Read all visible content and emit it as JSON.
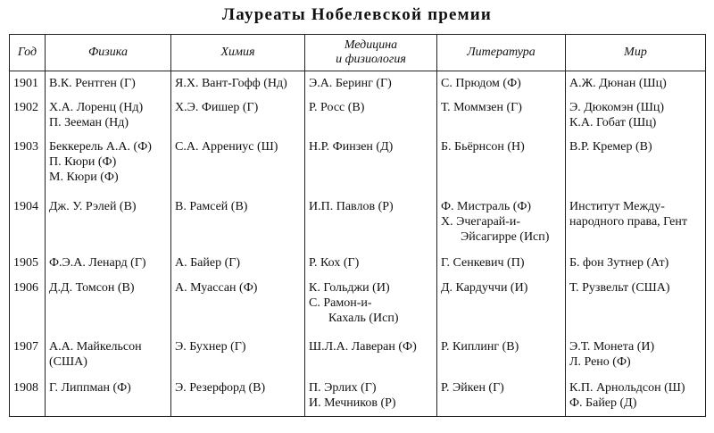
{
  "title": "Лауреаты Нобелевской премии",
  "columns": {
    "year": "Год",
    "physics": "Физика",
    "chemistry": "Химия",
    "medicine": [
      "Медицина",
      "и физиология"
    ],
    "literature": "Литература",
    "peace": "Мир"
  },
  "rows": [
    {
      "year": "1901",
      "physics": [
        "В.К. Рентген (Г)"
      ],
      "chemistry": [
        "Я.Х. Вант-Гофф (Нд)"
      ],
      "medicine": [
        "Э.А. Беринг (Г)"
      ],
      "literature": [
        "С. Прюдом (Ф)"
      ],
      "peace": [
        "А.Ж. Дюнан (Шц)"
      ]
    },
    {
      "year": "1902",
      "physics": [
        "Х.А. Лоренц (Нд)",
        "П. Зееман (Нд)"
      ],
      "chemistry": [
        "Х.Э. Фишер (Г)"
      ],
      "medicine": [
        "Р. Росс (В)"
      ],
      "literature": [
        "Т. Моммзен (Г)"
      ],
      "peace": [
        "Э. Дюкомэн (Шц)",
        "К.А. Гобат (Шц)"
      ]
    },
    {
      "year": "1903",
      "physics": [
        "Беккерель А.А. (Ф)",
        "П. Кюри (Ф)",
        "М. Кюри (Ф)"
      ],
      "chemistry": [
        "С.А. Аррениус (Ш)"
      ],
      "medicine": [
        "Н.Р. Финзен (Д)"
      ],
      "literature": [
        "Б. Бьёрнсон (Н)"
      ],
      "peace": [
        "В.Р. Кремер (В)"
      ]
    },
    {
      "year": "1904",
      "physics": [
        "Дж. У. Рэлей (В)"
      ],
      "chemistry": [
        "В. Рамсей (В)"
      ],
      "medicine": [
        "И.П. Павлов (Р)"
      ],
      "literature": [
        "Ф. Мистраль (Ф)",
        "Х. Эчегарай-и-",
        "Эйсагирре (Исп)"
      ],
      "peace": [
        "Институт Между-",
        "народного права, Гент"
      ]
    },
    {
      "year": "1905",
      "physics": [
        "Ф.Э.А. Ленард (Г)"
      ],
      "chemistry": [
        "А. Байер (Г)"
      ],
      "medicine": [
        "Р. Кох (Г)"
      ],
      "literature": [
        "Г. Сенкевич (П)"
      ],
      "peace": [
        "Б. фон Зутнер (Ат)"
      ]
    },
    {
      "year": "1906",
      "physics": [
        "Д.Д. Томсон (В)"
      ],
      "chemistry": [
        "А. Муассан (Ф)"
      ],
      "medicine": [
        "К. Гольджи (И)",
        "С. Рамон-и-",
        "Кахаль (Исп)"
      ],
      "literature": [
        "Д. Кардуччи (И)"
      ],
      "peace": [
        "Т. Рузвельт (США)"
      ]
    },
    {
      "year": "1907",
      "physics": [
        "А.А. Майкельсон",
        "(США)"
      ],
      "chemistry": [
        "Э. Бухнер (Г)"
      ],
      "medicine": [
        "Ш.Л.А. Лаверан (Ф)"
      ],
      "literature": [
        "Р. Киплинг (В)"
      ],
      "peace": [
        "Э.Т. Монета (И)",
        "Л. Рено (Ф)"
      ]
    },
    {
      "year": "1908",
      "physics": [
        "Г. Липпман (Ф)"
      ],
      "chemistry": [
        "Э. Резерфорд (В)"
      ],
      "medicine": [
        "П. Эрлих (Г)",
        "И. Мечников (Р)"
      ],
      "literature": [
        "Р. Эйкен (Г)"
      ],
      "peace": [
        "К.П. Арнольдсон (Ш)",
        "Ф. Байер (Д)"
      ]
    }
  ]
}
